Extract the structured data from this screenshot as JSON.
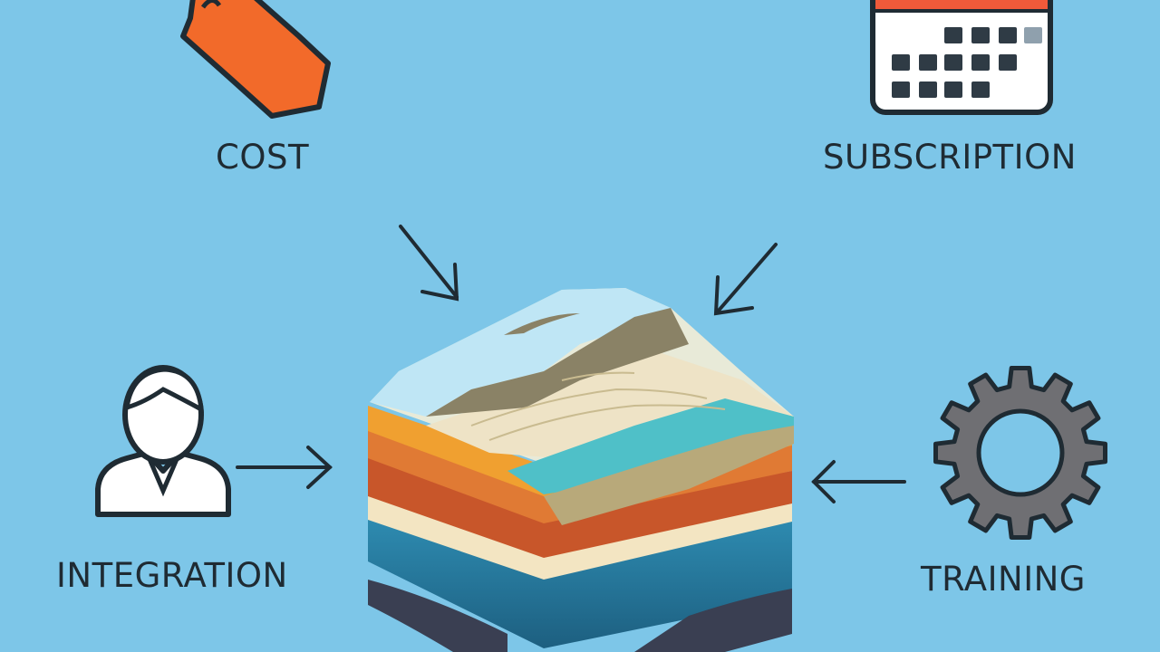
{
  "labels": {
    "cost": "COST",
    "subscription": "SUBSCRIPTION",
    "integration": "INTEGRATION",
    "training": "TRAINING"
  },
  "icons": {
    "cost": "price-tag-icon",
    "subscription": "calendar-icon",
    "integration": "user-icon",
    "training": "gear-icon",
    "center": "terrain-block-illustration"
  },
  "colors": {
    "background": "#7dc6e8",
    "tag": "#f26a2a",
    "calendar_header": "#f05a3a",
    "gear": "#6f6f73",
    "outline": "#1f2b33"
  }
}
